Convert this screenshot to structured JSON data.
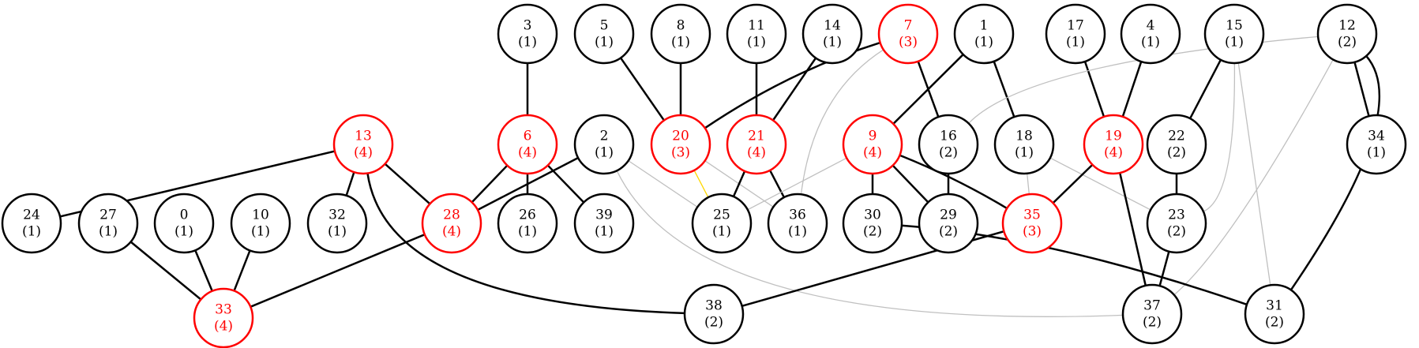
{
  "colors": {
    "normal": "#000000",
    "highlight": "#ff0000",
    "faint": "#c0c0c0",
    "special": "#ffd700"
  },
  "nodes": [
    {
      "id": "0",
      "label": "0",
      "count": "(1)",
      "highlight": false
    },
    {
      "id": "1",
      "label": "1",
      "count": "(1)",
      "highlight": false
    },
    {
      "id": "2",
      "label": "2",
      "count": "(1)",
      "highlight": false
    },
    {
      "id": "3",
      "label": "3",
      "count": "(1)",
      "highlight": false
    },
    {
      "id": "4",
      "label": "4",
      "count": "(1)",
      "highlight": false
    },
    {
      "id": "5",
      "label": "5",
      "count": "(1)",
      "highlight": false
    },
    {
      "id": "6",
      "label": "6",
      "count": "(4)",
      "highlight": true
    },
    {
      "id": "7",
      "label": "7",
      "count": "(3)",
      "highlight": true
    },
    {
      "id": "8",
      "label": "8",
      "count": "(1)",
      "highlight": false
    },
    {
      "id": "9",
      "label": "9",
      "count": "(4)",
      "highlight": true
    },
    {
      "id": "10",
      "label": "10",
      "count": "(1)",
      "highlight": false
    },
    {
      "id": "11",
      "label": "11",
      "count": "(1)",
      "highlight": false
    },
    {
      "id": "12",
      "label": "12",
      "count": "(2)",
      "highlight": false
    },
    {
      "id": "13",
      "label": "13",
      "count": "(4)",
      "highlight": true
    },
    {
      "id": "14",
      "label": "14",
      "count": "(1)",
      "highlight": false
    },
    {
      "id": "15",
      "label": "15",
      "count": "(1)",
      "highlight": false
    },
    {
      "id": "16",
      "label": "16",
      "count": "(2)",
      "highlight": false
    },
    {
      "id": "17",
      "label": "17",
      "count": "(1)",
      "highlight": false
    },
    {
      "id": "18",
      "label": "18",
      "count": "(1)",
      "highlight": false
    },
    {
      "id": "19",
      "label": "19",
      "count": "(4)",
      "highlight": true
    },
    {
      "id": "20",
      "label": "20",
      "count": "(3)",
      "highlight": true
    },
    {
      "id": "21",
      "label": "21",
      "count": "(4)",
      "highlight": true
    },
    {
      "id": "22",
      "label": "22",
      "count": "(2)",
      "highlight": false
    },
    {
      "id": "23",
      "label": "23",
      "count": "(2)",
      "highlight": false
    },
    {
      "id": "24",
      "label": "24",
      "count": "(1)",
      "highlight": false
    },
    {
      "id": "25",
      "label": "25",
      "count": "(1)",
      "highlight": false
    },
    {
      "id": "26",
      "label": "26",
      "count": "(1)",
      "highlight": false
    },
    {
      "id": "27",
      "label": "27",
      "count": "(1)",
      "highlight": false
    },
    {
      "id": "28",
      "label": "28",
      "count": "(4)",
      "highlight": true
    },
    {
      "id": "29",
      "label": "29",
      "count": "(2)",
      "highlight": false
    },
    {
      "id": "30",
      "label": "30",
      "count": "(2)",
      "highlight": false
    },
    {
      "id": "31",
      "label": "31",
      "count": "(2)",
      "highlight": false
    },
    {
      "id": "32",
      "label": "32",
      "count": "(1)",
      "highlight": false
    },
    {
      "id": "33",
      "label": "33",
      "count": "(4)",
      "highlight": true
    },
    {
      "id": "34",
      "label": "34",
      "count": "(1)",
      "highlight": false
    },
    {
      "id": "35",
      "label": "35",
      "count": "(3)",
      "highlight": true
    },
    {
      "id": "36",
      "label": "36",
      "count": "(1)",
      "highlight": false
    },
    {
      "id": "37",
      "label": "37",
      "count": "(2)",
      "highlight": false
    },
    {
      "id": "38",
      "label": "38",
      "count": "(2)",
      "highlight": false
    },
    {
      "id": "39",
      "label": "39",
      "count": "(1)",
      "highlight": false
    }
  ],
  "edges": [
    {
      "from": "3",
      "to": "6",
      "style": "normal"
    },
    {
      "from": "5",
      "to": "20",
      "style": "normal"
    },
    {
      "from": "8",
      "to": "20",
      "style": "normal"
    },
    {
      "from": "11",
      "to": "21",
      "style": "normal"
    },
    {
      "from": "14",
      "to": "21",
      "style": "normal"
    },
    {
      "from": "7",
      "to": "20",
      "style": "normal"
    },
    {
      "from": "7",
      "to": "16",
      "style": "normal"
    },
    {
      "from": "7",
      "to": "36",
      "style": "faint"
    },
    {
      "from": "1",
      "to": "9",
      "style": "normal"
    },
    {
      "from": "1",
      "to": "18",
      "style": "normal"
    },
    {
      "from": "17",
      "to": "19",
      "style": "normal"
    },
    {
      "from": "4",
      "to": "19",
      "style": "normal"
    },
    {
      "from": "15",
      "to": "22",
      "style": "normal"
    },
    {
      "from": "15",
      "to": "23",
      "style": "faint"
    },
    {
      "from": "15",
      "to": "31",
      "style": "faint"
    },
    {
      "from": "12",
      "to": "34",
      "style": "normal"
    },
    {
      "from": "12",
      "to": "31",
      "style": "normal"
    },
    {
      "from": "12",
      "to": "16",
      "style": "faint"
    },
    {
      "from": "12",
      "to": "37",
      "style": "faint"
    },
    {
      "from": "13",
      "to": "24",
      "style": "normal"
    },
    {
      "from": "13",
      "to": "32",
      "style": "normal"
    },
    {
      "from": "13",
      "to": "28",
      "style": "normal"
    },
    {
      "from": "13",
      "to": "38",
      "style": "normal"
    },
    {
      "from": "6",
      "to": "28",
      "style": "normal"
    },
    {
      "from": "6",
      "to": "26",
      "style": "normal"
    },
    {
      "from": "6",
      "to": "39",
      "style": "normal"
    },
    {
      "from": "2",
      "to": "28",
      "style": "normal"
    },
    {
      "from": "2",
      "to": "25",
      "style": "faint"
    },
    {
      "from": "2",
      "to": "37",
      "style": "faint"
    },
    {
      "from": "20",
      "to": "25",
      "style": "special"
    },
    {
      "from": "20",
      "to": "36",
      "style": "faint"
    },
    {
      "from": "21",
      "to": "25",
      "style": "normal"
    },
    {
      "from": "21",
      "to": "36",
      "style": "normal"
    },
    {
      "from": "9",
      "to": "30",
      "style": "normal"
    },
    {
      "from": "9",
      "to": "29",
      "style": "normal"
    },
    {
      "from": "9",
      "to": "35",
      "style": "normal"
    },
    {
      "from": "9",
      "to": "25",
      "style": "faint"
    },
    {
      "from": "16",
      "to": "29",
      "style": "normal"
    },
    {
      "from": "18",
      "to": "35",
      "style": "faint"
    },
    {
      "from": "18",
      "to": "23",
      "style": "faint"
    },
    {
      "from": "19",
      "to": "35",
      "style": "normal"
    },
    {
      "from": "19",
      "to": "37",
      "style": "normal"
    },
    {
      "from": "22",
      "to": "23",
      "style": "normal"
    },
    {
      "from": "23",
      "to": "37",
      "style": "normal"
    },
    {
      "from": "27",
      "to": "33",
      "style": "normal"
    },
    {
      "from": "0",
      "to": "33",
      "style": "normal"
    },
    {
      "from": "10",
      "to": "33",
      "style": "normal"
    },
    {
      "from": "28",
      "to": "33",
      "style": "normal"
    },
    {
      "from": "30",
      "to": "31",
      "style": "normal"
    },
    {
      "from": "35",
      "to": "38",
      "style": "normal"
    }
  ]
}
